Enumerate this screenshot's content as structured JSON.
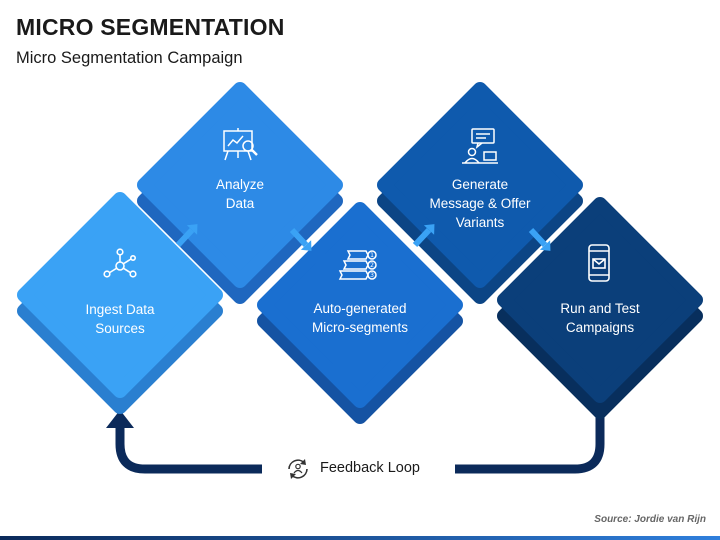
{
  "title": "MICRO SEGMENTATION",
  "subtitle": "Micro Segmentation Campaign",
  "steps": [
    {
      "label": "Ingest Data\nSources",
      "icon": "network-nodes-icon",
      "color": "#3aa2f5",
      "shadow": "#2a7fd0"
    },
    {
      "label": "Analyze\nData",
      "icon": "data-analysis-board-icon",
      "color": "#2d8ae6",
      "shadow": "#1f67bf"
    },
    {
      "label": "Auto-generated\nMicro-segments",
      "icon": "numbered-segments-icon",
      "color": "#1a6fd0",
      "shadow": "#1553a3"
    },
    {
      "label": "Generate\nMessage & Offer\nVariants",
      "icon": "presenter-chat-icon",
      "color": "#0f5aad",
      "shadow": "#0c4585"
    },
    {
      "label": "Run and Test\nCampaigns",
      "icon": "mobile-email-icon",
      "color": "#0b3f7a",
      "shadow": "#082f5d"
    }
  ],
  "feedback": {
    "label": "Feedback Loop",
    "icon": "refresh-cycle-icon"
  },
  "source": "Source: Jordie van Rijn",
  "colors": {
    "arrow": "#0b2a5a",
    "connector": "#3aa2f5"
  }
}
